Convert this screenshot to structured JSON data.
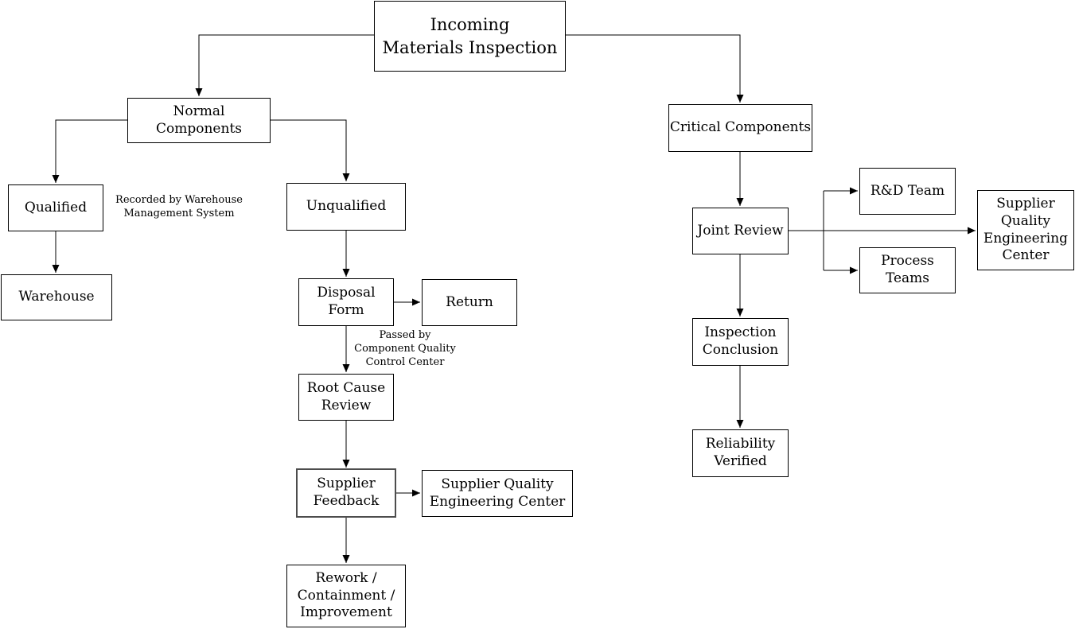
{
  "diagram": {
    "type": "flowchart",
    "colors": {
      "background": "#ffffff",
      "line": "#000000",
      "box_border": "#000000",
      "highlight_border": "#4d4d4d"
    },
    "nodes": {
      "incoming": {
        "label": "Incoming\nMaterials Inspection"
      },
      "normal_components": {
        "label": "Normal Components"
      },
      "critical_components": {
        "label": "Critical Components"
      },
      "qualified": {
        "label": "Qualified"
      },
      "unqualified": {
        "label": "Unqualified"
      },
      "warehouse": {
        "label": "Warehouse"
      },
      "disposal_form": {
        "label": "Disposal\nForm"
      },
      "return": {
        "label": "Return"
      },
      "root_cause_review": {
        "label": "Root Cause\nReview"
      },
      "supplier_feedback": {
        "label": "Supplier\nFeedback"
      },
      "sqec_left": {
        "label": "Supplier Quality\nEngineering Center"
      },
      "rework": {
        "label": "Rework /\nContainment /\nImprovement"
      },
      "joint_review": {
        "label": "Joint Review"
      },
      "rd_team": {
        "label": "R&D Team"
      },
      "process_teams": {
        "label": "Process\nTeams"
      },
      "sqec_right": {
        "label": "Supplier\nQuality\nEngineering\nCenter"
      },
      "inspection_conclusion": {
        "label": "Inspection\nConclusion"
      },
      "reliability_verified": {
        "label": "Reliability\nVerified"
      }
    },
    "notes": {
      "recorded_by": "Recorded by Warehouse\nManagement System",
      "passed_by": "Passed by\nComponent Quality\nControl Center"
    },
    "edges": [
      "incoming -> normal_components",
      "incoming -> critical_components",
      "normal_components -> qualified",
      "normal_components -> unqualified",
      "qualified -> warehouse",
      "unqualified -> disposal_form",
      "disposal_form -> return",
      "disposal_form -> root_cause_review",
      "root_cause_review -> supplier_feedback",
      "supplier_feedback -> sqec_left",
      "supplier_feedback -> rework",
      "critical_components -> joint_review",
      "joint_review -> rd_team",
      "joint_review -> process_teams",
      "joint_review -> sqec_right",
      "joint_review -> inspection_conclusion",
      "inspection_conclusion -> reliability_verified"
    ]
  }
}
